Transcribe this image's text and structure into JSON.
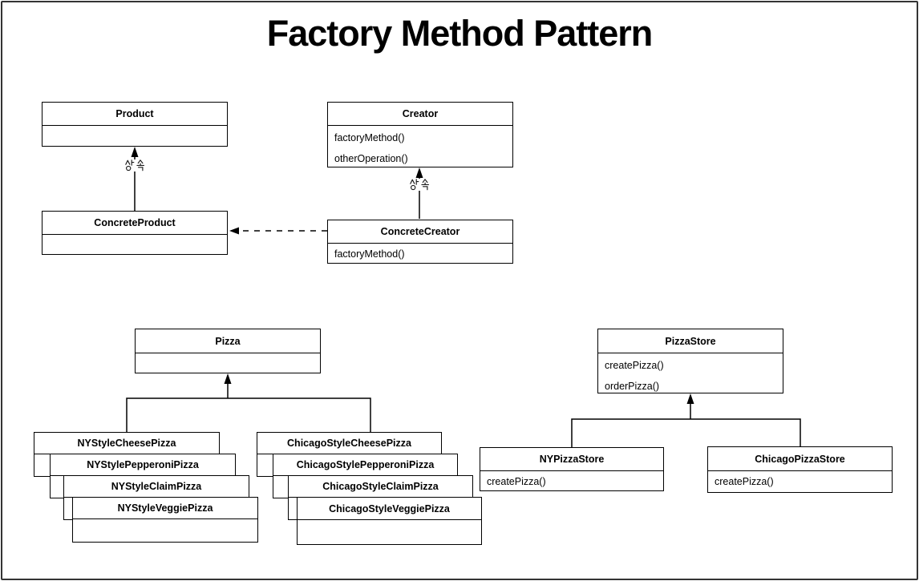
{
  "title": "Factory Method Pattern",
  "labels": {
    "inheritance": "상속"
  },
  "colors": {
    "background": "#ffffff",
    "frame_border": "#333333",
    "box_border": "#000000",
    "line": "#000000",
    "text": "#000000"
  },
  "classes": {
    "product": {
      "name": "Product",
      "methods": []
    },
    "creator": {
      "name": "Creator",
      "methods": [
        "factoryMethod()",
        "otherOperation()"
      ]
    },
    "concrete_product": {
      "name": "ConcreteProduct",
      "methods": []
    },
    "concrete_creator": {
      "name": "ConcreteCreator",
      "methods": [
        "factoryMethod()"
      ]
    },
    "pizza": {
      "name": "Pizza",
      "methods": []
    },
    "pizza_store": {
      "name": "PizzaStore",
      "methods": [
        "createPizza()",
        "orderPizza()"
      ]
    },
    "ny_cheese": {
      "name": "NYStyleCheesePizza",
      "methods": []
    },
    "ny_pepperoni": {
      "name": "NYStylePepperoniPizza",
      "methods": []
    },
    "ny_claim": {
      "name": "NYStyleClaimPizza",
      "methods": []
    },
    "ny_veggie": {
      "name": "NYStyleVeggiePizza",
      "methods": []
    },
    "chicago_cheese": {
      "name": "ChicagoStyleCheesePizza",
      "methods": []
    },
    "chicago_pepperoni": {
      "name": "ChicagoStylePepperoniPizza",
      "methods": []
    },
    "chicago_claim": {
      "name": "ChicagoStyleClaimPizza",
      "methods": []
    },
    "chicago_veggie": {
      "name": "ChicagoStyleVeggiePizza",
      "methods": []
    },
    "ny_store": {
      "name": "NYPizzaStore",
      "methods": [
        "createPizza()"
      ]
    },
    "chicago_store": {
      "name": "ChicagoPizzaStore",
      "methods": [
        "createPizza()"
      ]
    }
  },
  "relationships": [
    {
      "from": "ConcreteProduct",
      "to": "Product",
      "type": "inheritance",
      "label": "상속"
    },
    {
      "from": "ConcreteCreator",
      "to": "Creator",
      "type": "inheritance",
      "label": "상속"
    },
    {
      "from": "ConcreteCreator",
      "to": "ConcreteProduct",
      "type": "dependency",
      "label": ""
    },
    {
      "from": "NYStyleCheesePizza",
      "to": "Pizza",
      "type": "inheritance",
      "label": ""
    },
    {
      "from": "ChicagoStyleCheesePizza",
      "to": "Pizza",
      "type": "inheritance",
      "label": ""
    },
    {
      "from": "NYPizzaStore",
      "to": "PizzaStore",
      "type": "inheritance",
      "label": ""
    },
    {
      "from": "ChicagoPizzaStore",
      "to": "PizzaStore",
      "type": "inheritance",
      "label": ""
    }
  ]
}
